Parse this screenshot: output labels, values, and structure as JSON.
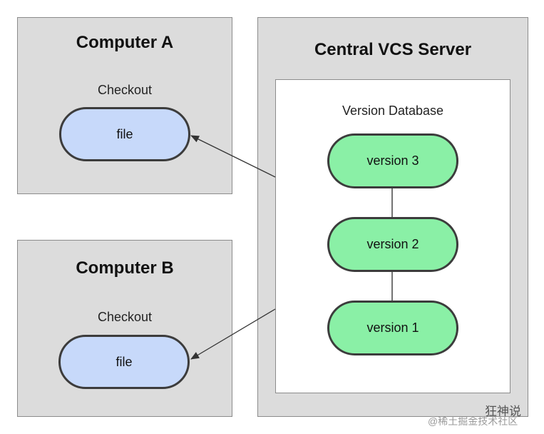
{
  "computer_a": {
    "title": "Computer A",
    "checkout_label": "Checkout",
    "file_label": "file"
  },
  "computer_b": {
    "title": "Computer B",
    "checkout_label": "Checkout",
    "file_label": "file"
  },
  "server": {
    "title": "Central VCS Server",
    "database_label": "Version Database",
    "versions": [
      "version 3",
      "version 2",
      "version 1"
    ]
  },
  "watermark": {
    "line1": "狂神说",
    "line2": "@稀土掘金技术社区"
  },
  "colors": {
    "file_fill": "#c7d9fa",
    "version_fill": "#8af0a6",
    "panel_fill": "#dcdcdc"
  }
}
